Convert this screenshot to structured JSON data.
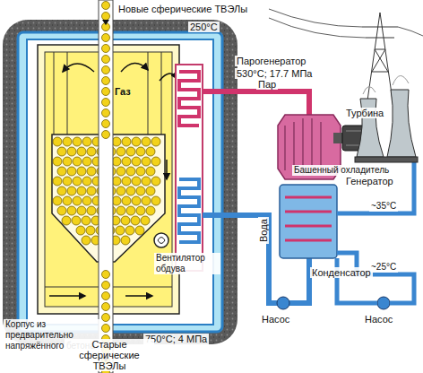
{
  "diagram": {
    "labels": [
      "Новые сферические ТВЭЛы",
      "250°C",
      "Газ",
      "Парогенератор",
      "530°C; 17.7 МПа",
      "Пар",
      "Турбина",
      "Башенный охладитель",
      "Генератор",
      "~35°C",
      "Вода",
      "~25°C",
      "Насос",
      "Насос",
      "Конденсатор",
      "Корпус из предварительно напряжённого бетона",
      "Вентилятор обдува",
      "750°C; 4 МПа",
      "Старые сферические ТВЭЛы"
    ]
  }
}
